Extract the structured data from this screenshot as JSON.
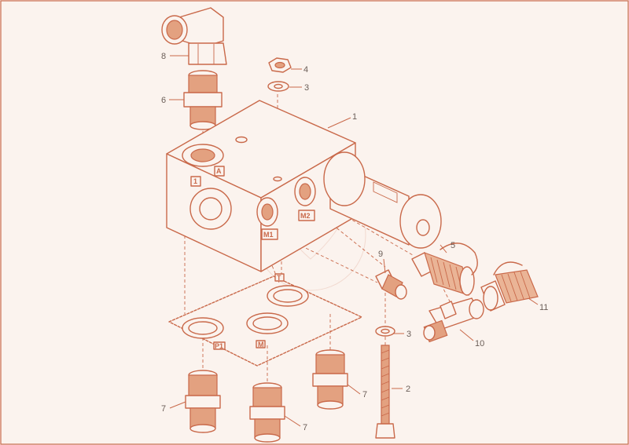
{
  "diagram": {
    "callouts": [
      {
        "id": "c1",
        "text": "1"
      },
      {
        "id": "c2",
        "text": "2"
      },
      {
        "id": "c3a",
        "text": "3"
      },
      {
        "id": "c3b",
        "text": "3"
      },
      {
        "id": "c4",
        "text": "4"
      },
      {
        "id": "c5",
        "text": "5"
      },
      {
        "id": "c6",
        "text": "6"
      },
      {
        "id": "c7a",
        "text": "7"
      },
      {
        "id": "c7b",
        "text": "7"
      },
      {
        "id": "c7c",
        "text": "7"
      },
      {
        "id": "c8",
        "text": "8"
      },
      {
        "id": "c9",
        "text": "9"
      },
      {
        "id": "c10",
        "text": "10"
      },
      {
        "id": "c11",
        "text": "11"
      }
    ],
    "port_labels": {
      "p1": "1",
      "a": "A",
      "m1": "M1",
      "m2": "M2",
      "t": "T",
      "p_gasket": "P1",
      "m_gasket": "M"
    }
  }
}
